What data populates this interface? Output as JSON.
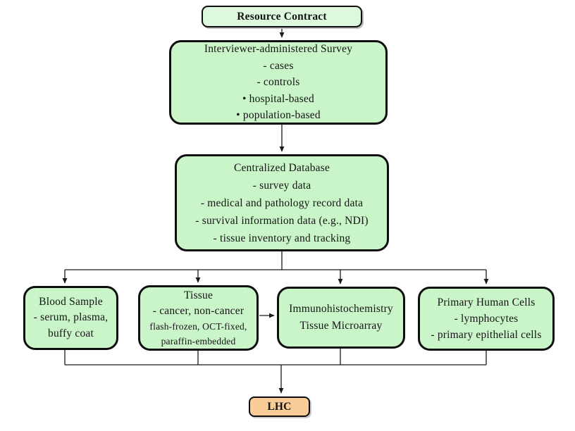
{
  "diagram": {
    "resource_contract": {
      "title": "Resource Contract"
    },
    "survey": {
      "title": "Interviewer-administered Survey",
      "lines": [
        "- cases",
        "- controls",
        "• hospital-based",
        "• population-based"
      ]
    },
    "database": {
      "title": "Centralized Database",
      "lines": [
        "- survey data",
        "- medical and pathology record data",
        "- survival information data (e.g., NDI)",
        "- tissue inventory and tracking"
      ]
    },
    "blood": {
      "title": "Blood Sample",
      "lines": [
        "- serum, plasma,",
        "buffy coat"
      ]
    },
    "tissue": {
      "title": "Tissue",
      "lines": [
        "- cancer, non-cancer",
        "flash-frozen, OCT-fixed,",
        "paraffin-embedded"
      ]
    },
    "ihc": {
      "lines": [
        "Immunohistochemistry",
        "Tissue Microarray"
      ]
    },
    "cells": {
      "title": "Primary Human Cells",
      "lines": [
        "- lymphocytes",
        "- primary epithelial cells"
      ]
    },
    "lhc": {
      "title": "LHC"
    }
  },
  "colors": {
    "box_fill": "#c9f5c9",
    "resource_contract_fill": "#def8de",
    "lhc_fill": "#f9cc98",
    "border": "#0d0d0d",
    "connector": "#1a1a1a",
    "background": "#ffffff"
  }
}
